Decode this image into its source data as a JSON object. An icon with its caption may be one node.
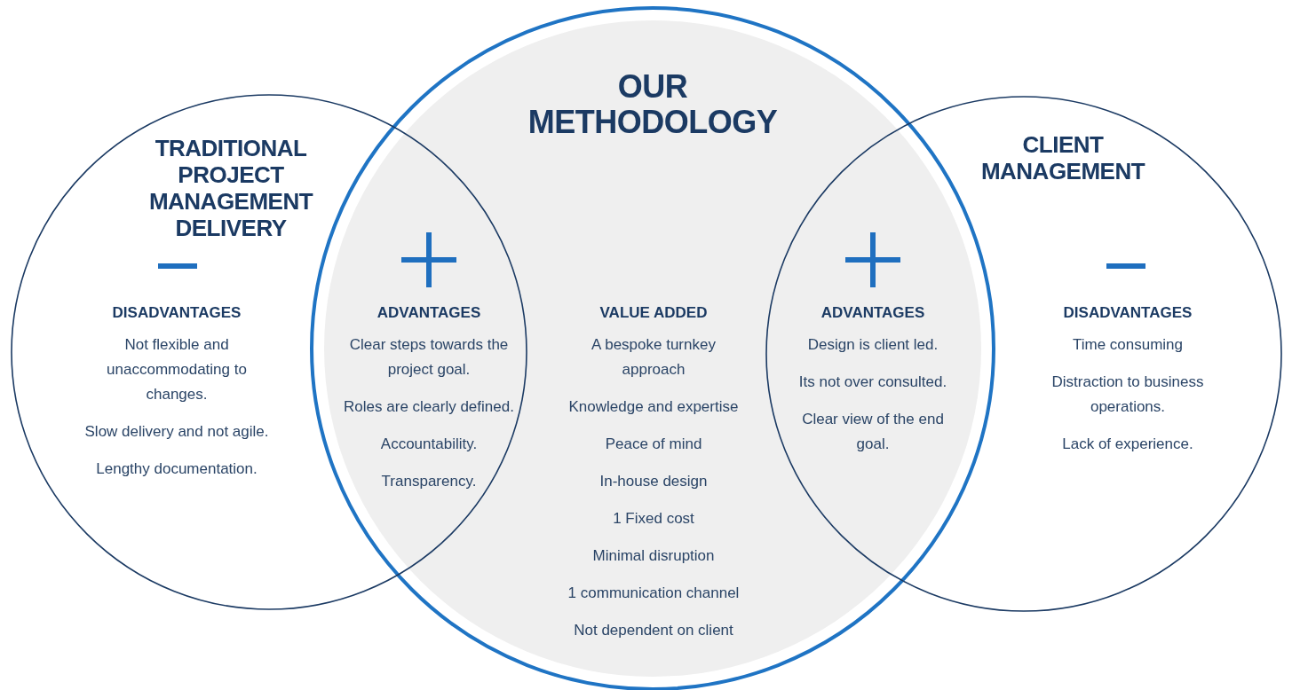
{
  "diagram": {
    "nodes": [
      {
        "text": [
          "OUR METHODOLOGY",
          "VALUE ADDED",
          "A bespoke turnkey approach",
          "Knowledge and expertise",
          "Peace of mind",
          "In-house design",
          "1 Fixed cost",
          "Minimal disruption",
          "1 communication channel",
          "Not dependent on client"
        ]
      },
      {
        "text": [
          "TRADITIONAL PROJECT MANAGEMENT DELIVERY",
          "DISADVANTAGES",
          "Not flexible and unaccommodating to changes.",
          "Slow delivery and not agile.",
          "Lengthy documentation."
        ]
      },
      {
        "text": [
          "CLIENT MANAGEMENT",
          "DISADVANTAGES",
          "Time consuming",
          "Distraction to business operations.",
          "Lack of experience."
        ]
      }
    ],
    "edges": [],
    "labels": [
      "ADVANTAGES",
      "Clear steps towards the project goal.",
      "Roles are clearly defined.",
      "Accountability.",
      "Transparency.",
      "ADVANTAGES",
      "Design is client led.",
      "Its not over consulted.",
      "Clear view of the end goal."
    ]
  }
}
